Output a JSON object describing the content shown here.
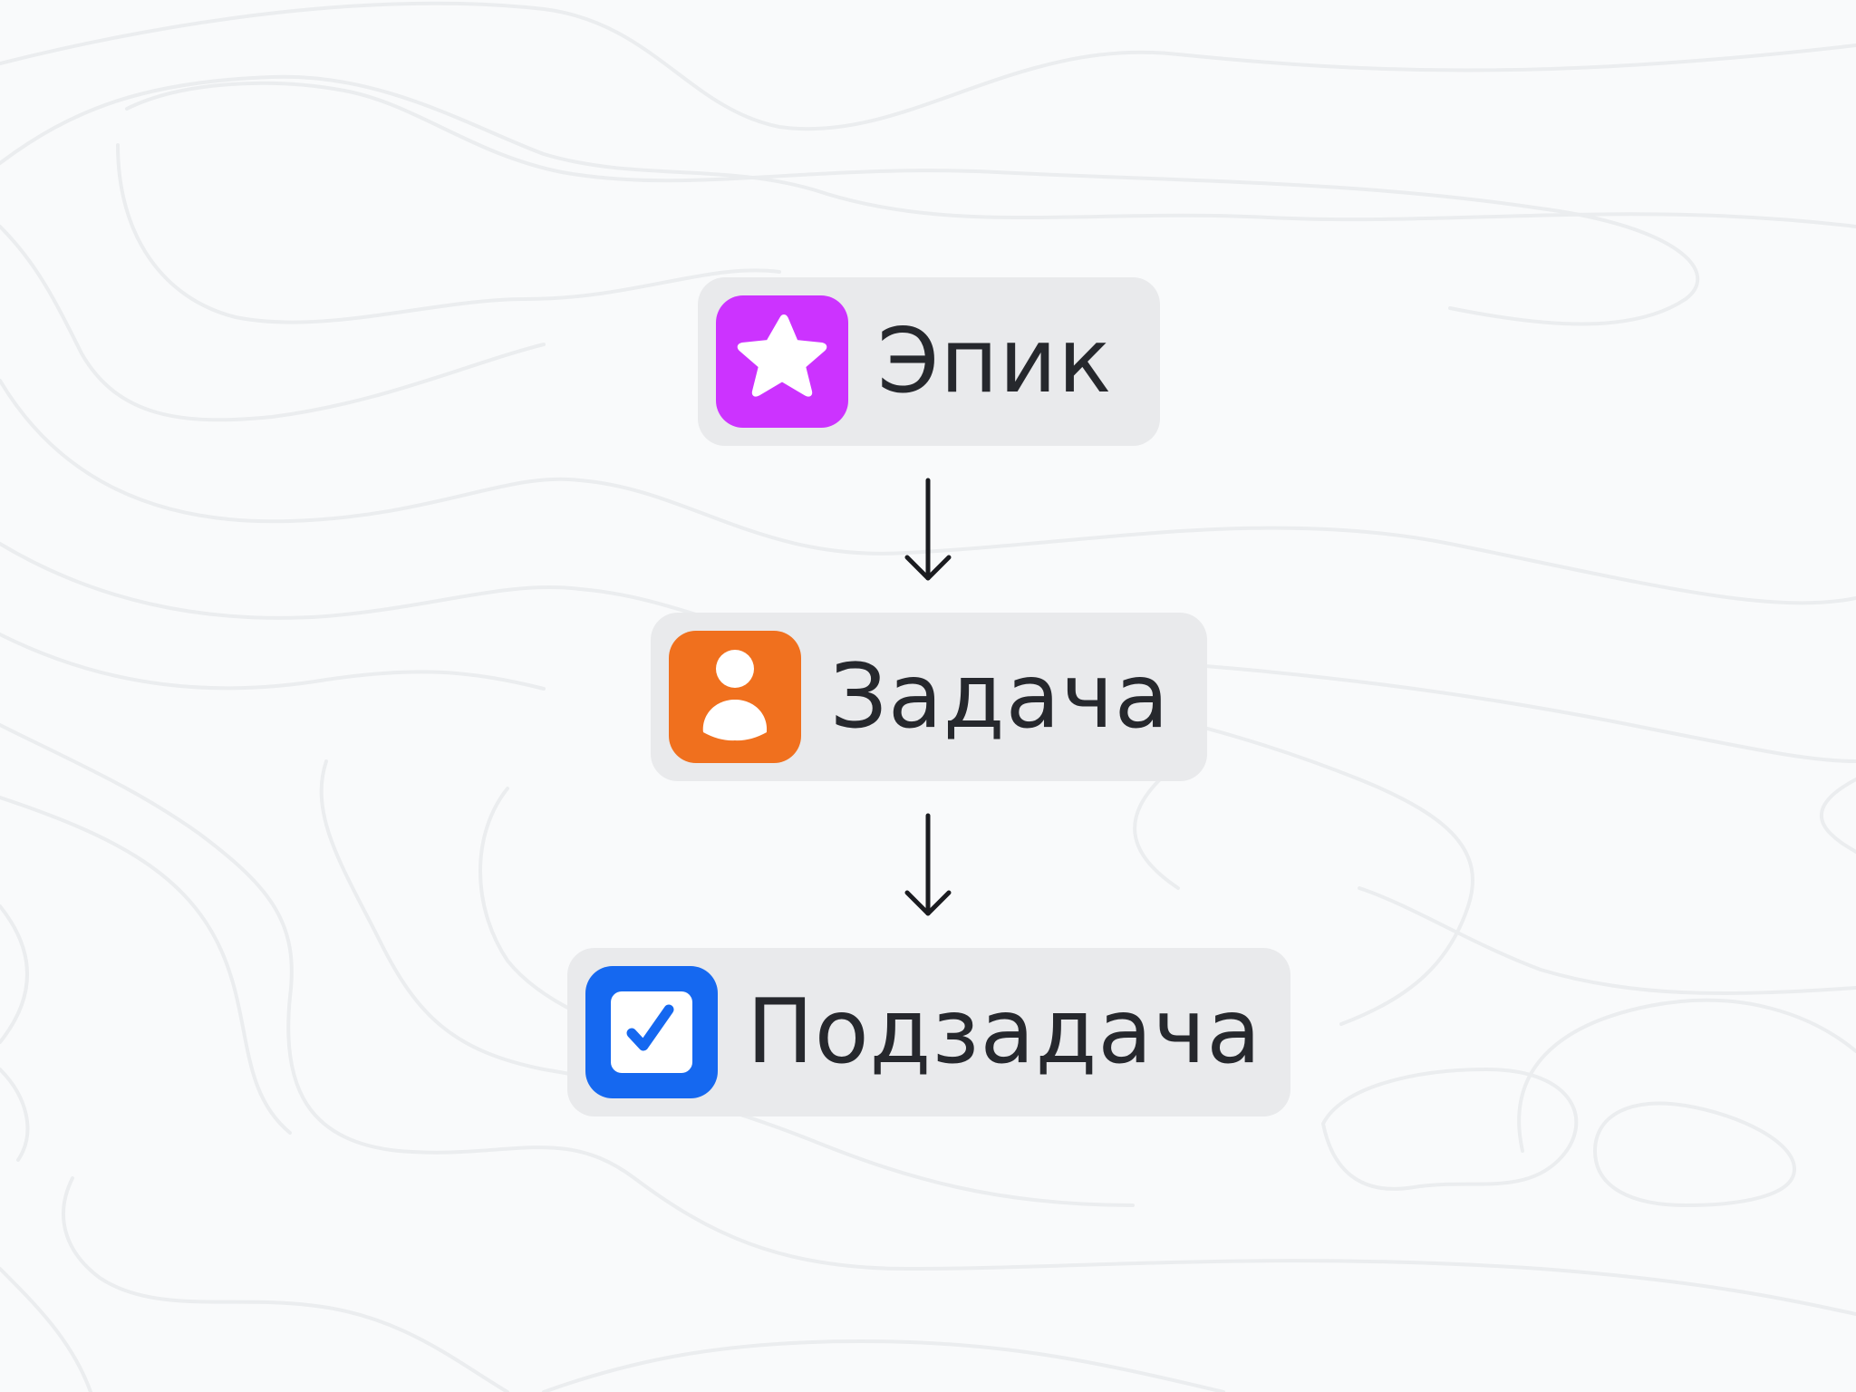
{
  "nodes": [
    {
      "id": "epic",
      "label": "Эпик",
      "icon": "star-icon",
      "icon_color": "#cc33ff"
    },
    {
      "id": "task",
      "label": "Задача",
      "icon": "user-icon",
      "icon_color": "#f0701e"
    },
    {
      "id": "subtask",
      "label": "Подзадача",
      "icon": "checkbox-icon",
      "icon_color": "#1568f0"
    }
  ],
  "edges": [
    {
      "from": "epic",
      "to": "task"
    },
    {
      "from": "task",
      "to": "subtask"
    }
  ],
  "colors": {
    "background": "#f9fafb",
    "card": "#e9eaec",
    "text": "#26282d",
    "arrow": "#1b1c20"
  }
}
